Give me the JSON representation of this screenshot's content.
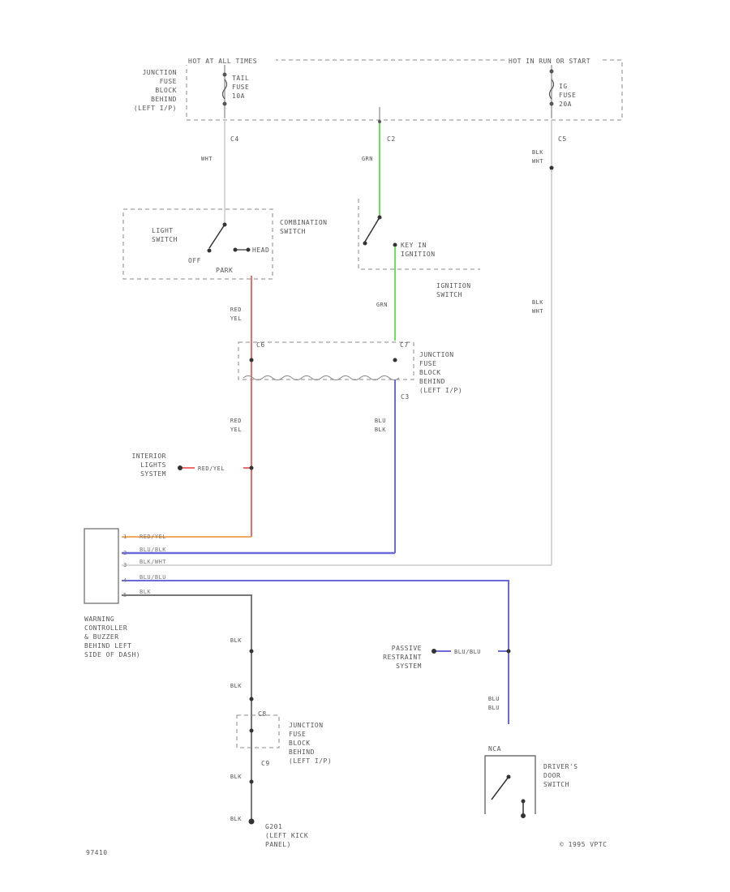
{
  "header": {
    "hot_always": "HOT AT ALL TIMES",
    "hot_run": "HOT IN RUN OR START"
  },
  "fuse_block_top": {
    "label": [
      "JUNCTION",
      "FUSE",
      "BLOCK",
      "BEHIND",
      "(LEFT I/P)"
    ],
    "tail_fuse": [
      "TAIL",
      "FUSE",
      "10A"
    ],
    "ig_fuse": [
      "IG",
      "FUSE",
      "20A"
    ],
    "c4": "C4",
    "c2": "C2",
    "c5": "C5"
  },
  "combination_switch": {
    "label": [
      "COMBINATION",
      "SWITCH"
    ],
    "light_switch": [
      "LIGHT",
      "SWITCH"
    ],
    "off": "OFF",
    "park": "PARK",
    "head": "HEAD"
  },
  "ignition_switch": {
    "key": [
      "KEY IN",
      "IGNITION"
    ],
    "label": [
      "IGNITION",
      "SWITCH"
    ]
  },
  "fuse_block_mid": {
    "label": [
      "JUNCTION",
      "FUSE",
      "BLOCK",
      "BEHIND",
      "(LEFT I/P)"
    ],
    "c6": "C6",
    "c7": "C7",
    "c3": "C3"
  },
  "interior_lights": {
    "label": [
      "INTERIOR",
      "LIGHTS",
      "SYSTEM"
    ],
    "wire": "RED/YEL"
  },
  "wires": {
    "wht": "WHT",
    "grn_top": "GRN",
    "grn_mid": "GRN",
    "blk_wht_top": [
      "BLK",
      "WHT"
    ],
    "blk_wht_mid": [
      "BLK",
      "WHT"
    ],
    "red_yel_1": [
      "RED",
      "YEL"
    ],
    "red_yel_2": [
      "RED",
      "YEL"
    ],
    "blu_blk": [
      "BLU",
      "BLK"
    ],
    "blk_1": "BLK",
    "blk_2": "BLK",
    "blk_3": "BLK",
    "blk_4": "BLK",
    "blu_blu_door": [
      "BLU",
      "BLU"
    ]
  },
  "controller": {
    "label": [
      "WARNING",
      "CONTROLLER",
      "& BUZZER",
      "BEHIND LEFT",
      "SIDE OF DASH)"
    ],
    "pins": [
      "RED/YEL",
      "BLU/BLK",
      "BLK/WHT",
      "BLU/BLU",
      "BLK"
    ],
    "pin_nums": [
      "1",
      "2",
      "3",
      "4",
      "5"
    ]
  },
  "passive_restraint": {
    "label": [
      "PASSIVE",
      "RESTRAINT",
      "SYSTEM"
    ],
    "wire": "BLU/BLU"
  },
  "fuse_block_low": {
    "label": [
      "JUNCTION",
      "FUSE",
      "BLOCK",
      "BEHIND",
      "(LEFT I/P)"
    ],
    "c8": "C8",
    "c9": "C9"
  },
  "ground": {
    "label": [
      "G201",
      "(LEFT KICK",
      "PANEL)"
    ]
  },
  "door_switch": {
    "label": [
      "DRIVER'S",
      "DOOR",
      "SWITCH"
    ],
    "pin": "NCA"
  },
  "footer": {
    "code": "97410",
    "copyright": "© 1995 VPTC"
  },
  "colors": {
    "red": "#f26a6a",
    "orange": "#f5a95c",
    "green": "#6fe05a",
    "blue": "#6a6ad8",
    "gray": "#9a9a9a",
    "dark": "#444444"
  }
}
